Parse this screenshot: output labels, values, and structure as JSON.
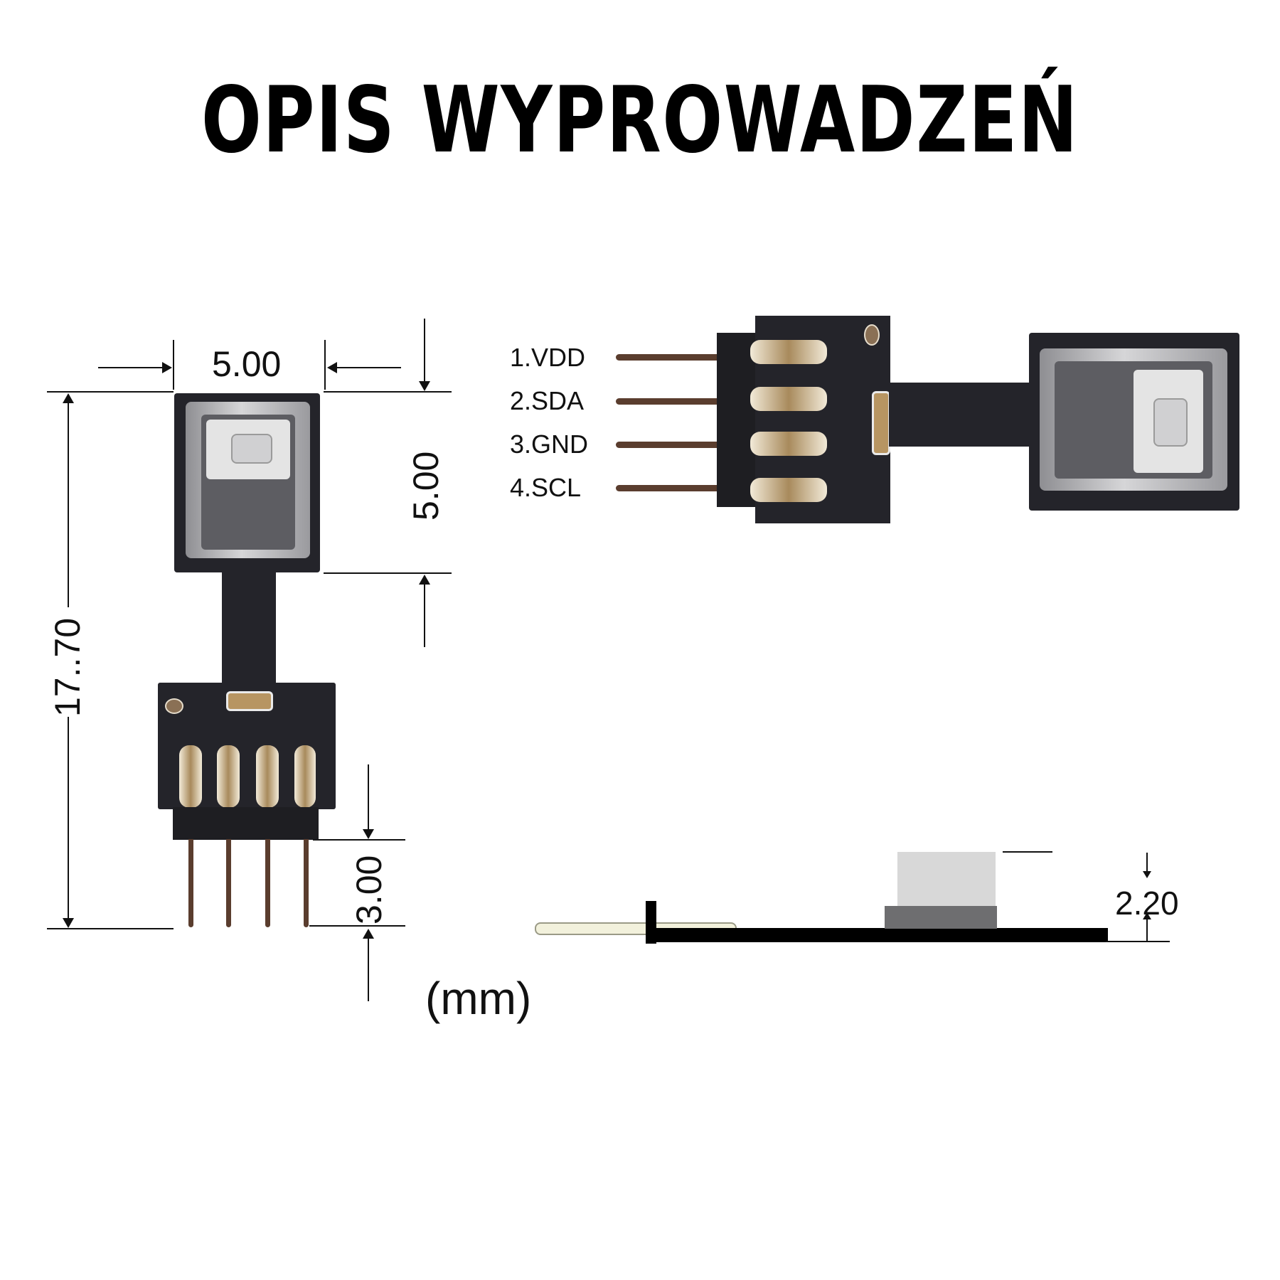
{
  "title": "OPIS WYPROWADZEŃ",
  "units": "(mm)",
  "dimensions": {
    "head_width": "5.00",
    "head_height": "5.00",
    "total_length": "17..70",
    "pin_length": "3.00",
    "side_height": "2.20"
  },
  "pins": [
    {
      "label": "1.VDD"
    },
    {
      "label": "2.SDA"
    },
    {
      "label": "3.GND"
    },
    {
      "label": "4.SCL"
    }
  ],
  "colors": {
    "pcb": "#24242a",
    "background": "#ffffff",
    "text": "#111111",
    "pin_wire": "#5a3d2e"
  }
}
